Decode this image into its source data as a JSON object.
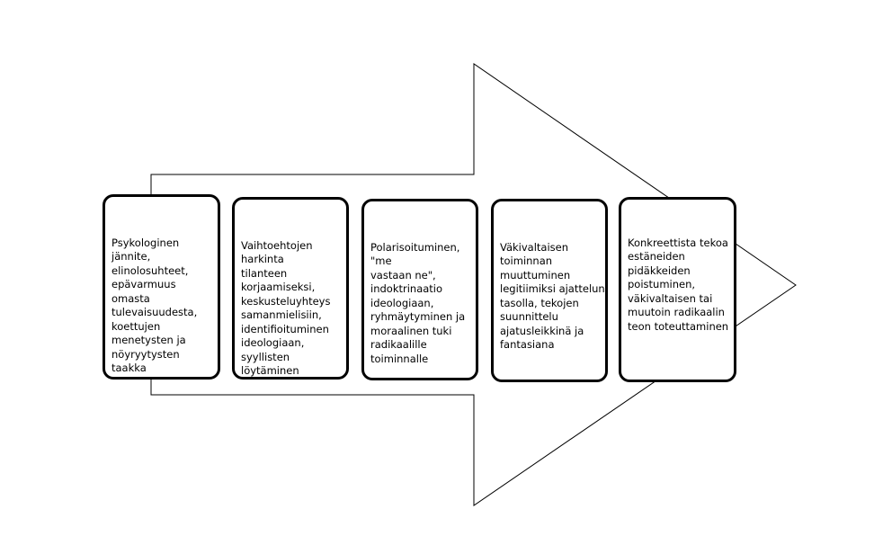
{
  "diagram": {
    "type": "process-arrow",
    "stroke_color": "#000000",
    "stages": [
      {
        "label": "Psykologinen jännite,\nelinolosuhteet,\nepävarmuus omasta\ntulevaisuudesta,\nkoettujen\nmenetysten ja\nnöyryytysten taakka"
      },
      {
        "label": "Vaihtoehtojen harkinta\ntilanteen\nkorjaamiseksi,\nkeskusteluyhteys\nsamanmielisiin,\nidentifioituminen\nideologiaan, syyllisten\nlöytäminen"
      },
      {
        "label": "Polarisoituminen, \"me\nvastaan ne\",\nindoktrinaatio\nideologiaan,\nryhmäytyminen ja\nmoraalinen tuki\nradikaalille toiminnalle"
      },
      {
        "label": "Väkivaltaisen\ntoiminnan\nmuuttuminen\nlegitiimiksi ajattelun\ntasolla, tekojen\nsuunnittelu\najatusleikkinä ja\nfantasiana"
      },
      {
        "label": "Konkreettista tekoa\nestäneiden pidäkkeiden\npoistuminen,\nväkivaltaisen tai\nmuutoin radikaalin\nteon toteuttaminen"
      }
    ]
  }
}
